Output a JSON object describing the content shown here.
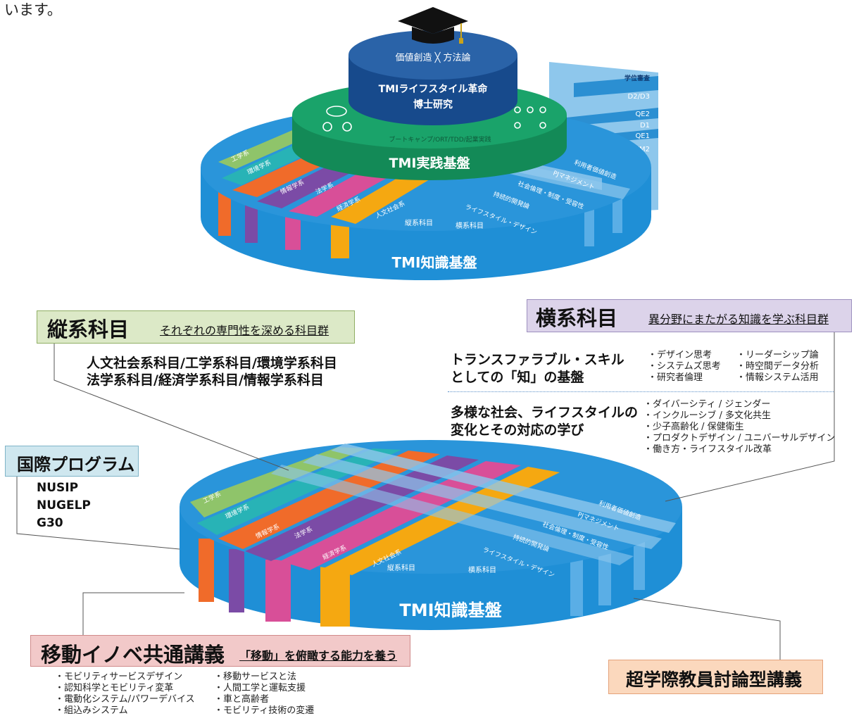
{
  "intro_text": "います。",
  "top_diagram": {
    "cap_top": "価値創造 ╳ 方法論",
    "cap_title": "TMIライフスタイル革命",
    "cap_title2": "博士研究",
    "practice_sub": "ブートキャンプ/ORT/TDD/起業実践",
    "practice_label": "TMI実践基盤",
    "stage_labels": [
      "学位審査",
      "D2/D3",
      "QE2",
      "D1",
      "QE1",
      "M1/M2"
    ],
    "knowledge_label": "TMI知識基盤",
    "tate_label": "縦系科目",
    "yoko_label": "横系科目",
    "tate_bands": [
      "工学系",
      "環境学系",
      "情報学系",
      "法学系",
      "経済学系",
      "人文社会系"
    ],
    "yoko_bands": [
      "利用者価値創造",
      "PJマネジメント",
      "社会倫理・制度・受容性",
      "持続的開発論",
      "ライフスタイル・デザイン"
    ]
  },
  "tate": {
    "title": "縦系科目",
    "subtitle": "それぞれの専門性を深める科目群",
    "line1": "人文社会系科目/工学系科目/環境学系科目",
    "line2": "法学系科目/経済学系科目/情報学系科目"
  },
  "yoko": {
    "title": "横系科目",
    "subtitle": "異分野にまたがる知識を学ぶ科目群",
    "group1_title_1": "トランスファラブル・スキル",
    "group1_title_2": "としての「知」の基盤",
    "group1_col1": [
      "・デザイン思考",
      "・システムズ思考",
      "・研究者倫理"
    ],
    "group1_col2": [
      "・リーダーシップ論",
      "・時空間データ分析",
      "・情報システム活用"
    ],
    "group2_title_1": "多様な社会、ライフスタイルの",
    "group2_title_2": "変化とその対応の学び",
    "group2_items": [
      "・ダイバーシティ / ジェンダー",
      "・インクルーシブ / 多文化共生",
      "・少子高齢化 / 保健衛生",
      "・プロダクトデザイン / ユニバーサルデザイン",
      "・働き方・ライフスタイル改革"
    ]
  },
  "kokusai": {
    "title": "国際プログラム",
    "items": [
      "NUSIP",
      "NUGELP",
      "G30"
    ]
  },
  "bottom_diagram": {
    "knowledge_label": "TMI知識基盤",
    "tate_label": "縦系科目",
    "yoko_label": "横系科目",
    "tate_bands": [
      "工学系",
      "環境学系",
      "情報学系",
      "法学系",
      "経済学系",
      "人文社会系"
    ],
    "yoko_bands": [
      "利用者価値創造",
      "PJマネジメント",
      "社会倫理・制度・受容性",
      "持続的開発論",
      "ライフスタイル・デザイン"
    ]
  },
  "ido": {
    "title": "移動イノベ共通講義",
    "subtitle": "「移動」を俯瞰する能力を養う",
    "col1": [
      "・モビリティサービスデザイン",
      "・認知科学とモビリティ変革",
      "・電動化システム/パワーデバイス",
      "・組込みシステム"
    ],
    "col2": [
      "・移動サービスと法",
      "・人間工学と運転支援",
      "・車と高齢者",
      "・モビリティ技術の変遷"
    ]
  },
  "chou": {
    "title": "超学際教員討論型講義"
  },
  "colors": {
    "disk_blue": "#1f8fd6",
    "disk_dark": "#0d6fb8",
    "practice_green": "#1aa36a",
    "cap_navy": "#174a8c",
    "tate_orange": "#f06b2a",
    "tate_purple": "#7b4ba6",
    "tate_pink": "#d84f98",
    "tate_yellow": "#f5a811",
    "tate_green": "#8fc46a",
    "tate_teal": "#28b3b6"
  }
}
